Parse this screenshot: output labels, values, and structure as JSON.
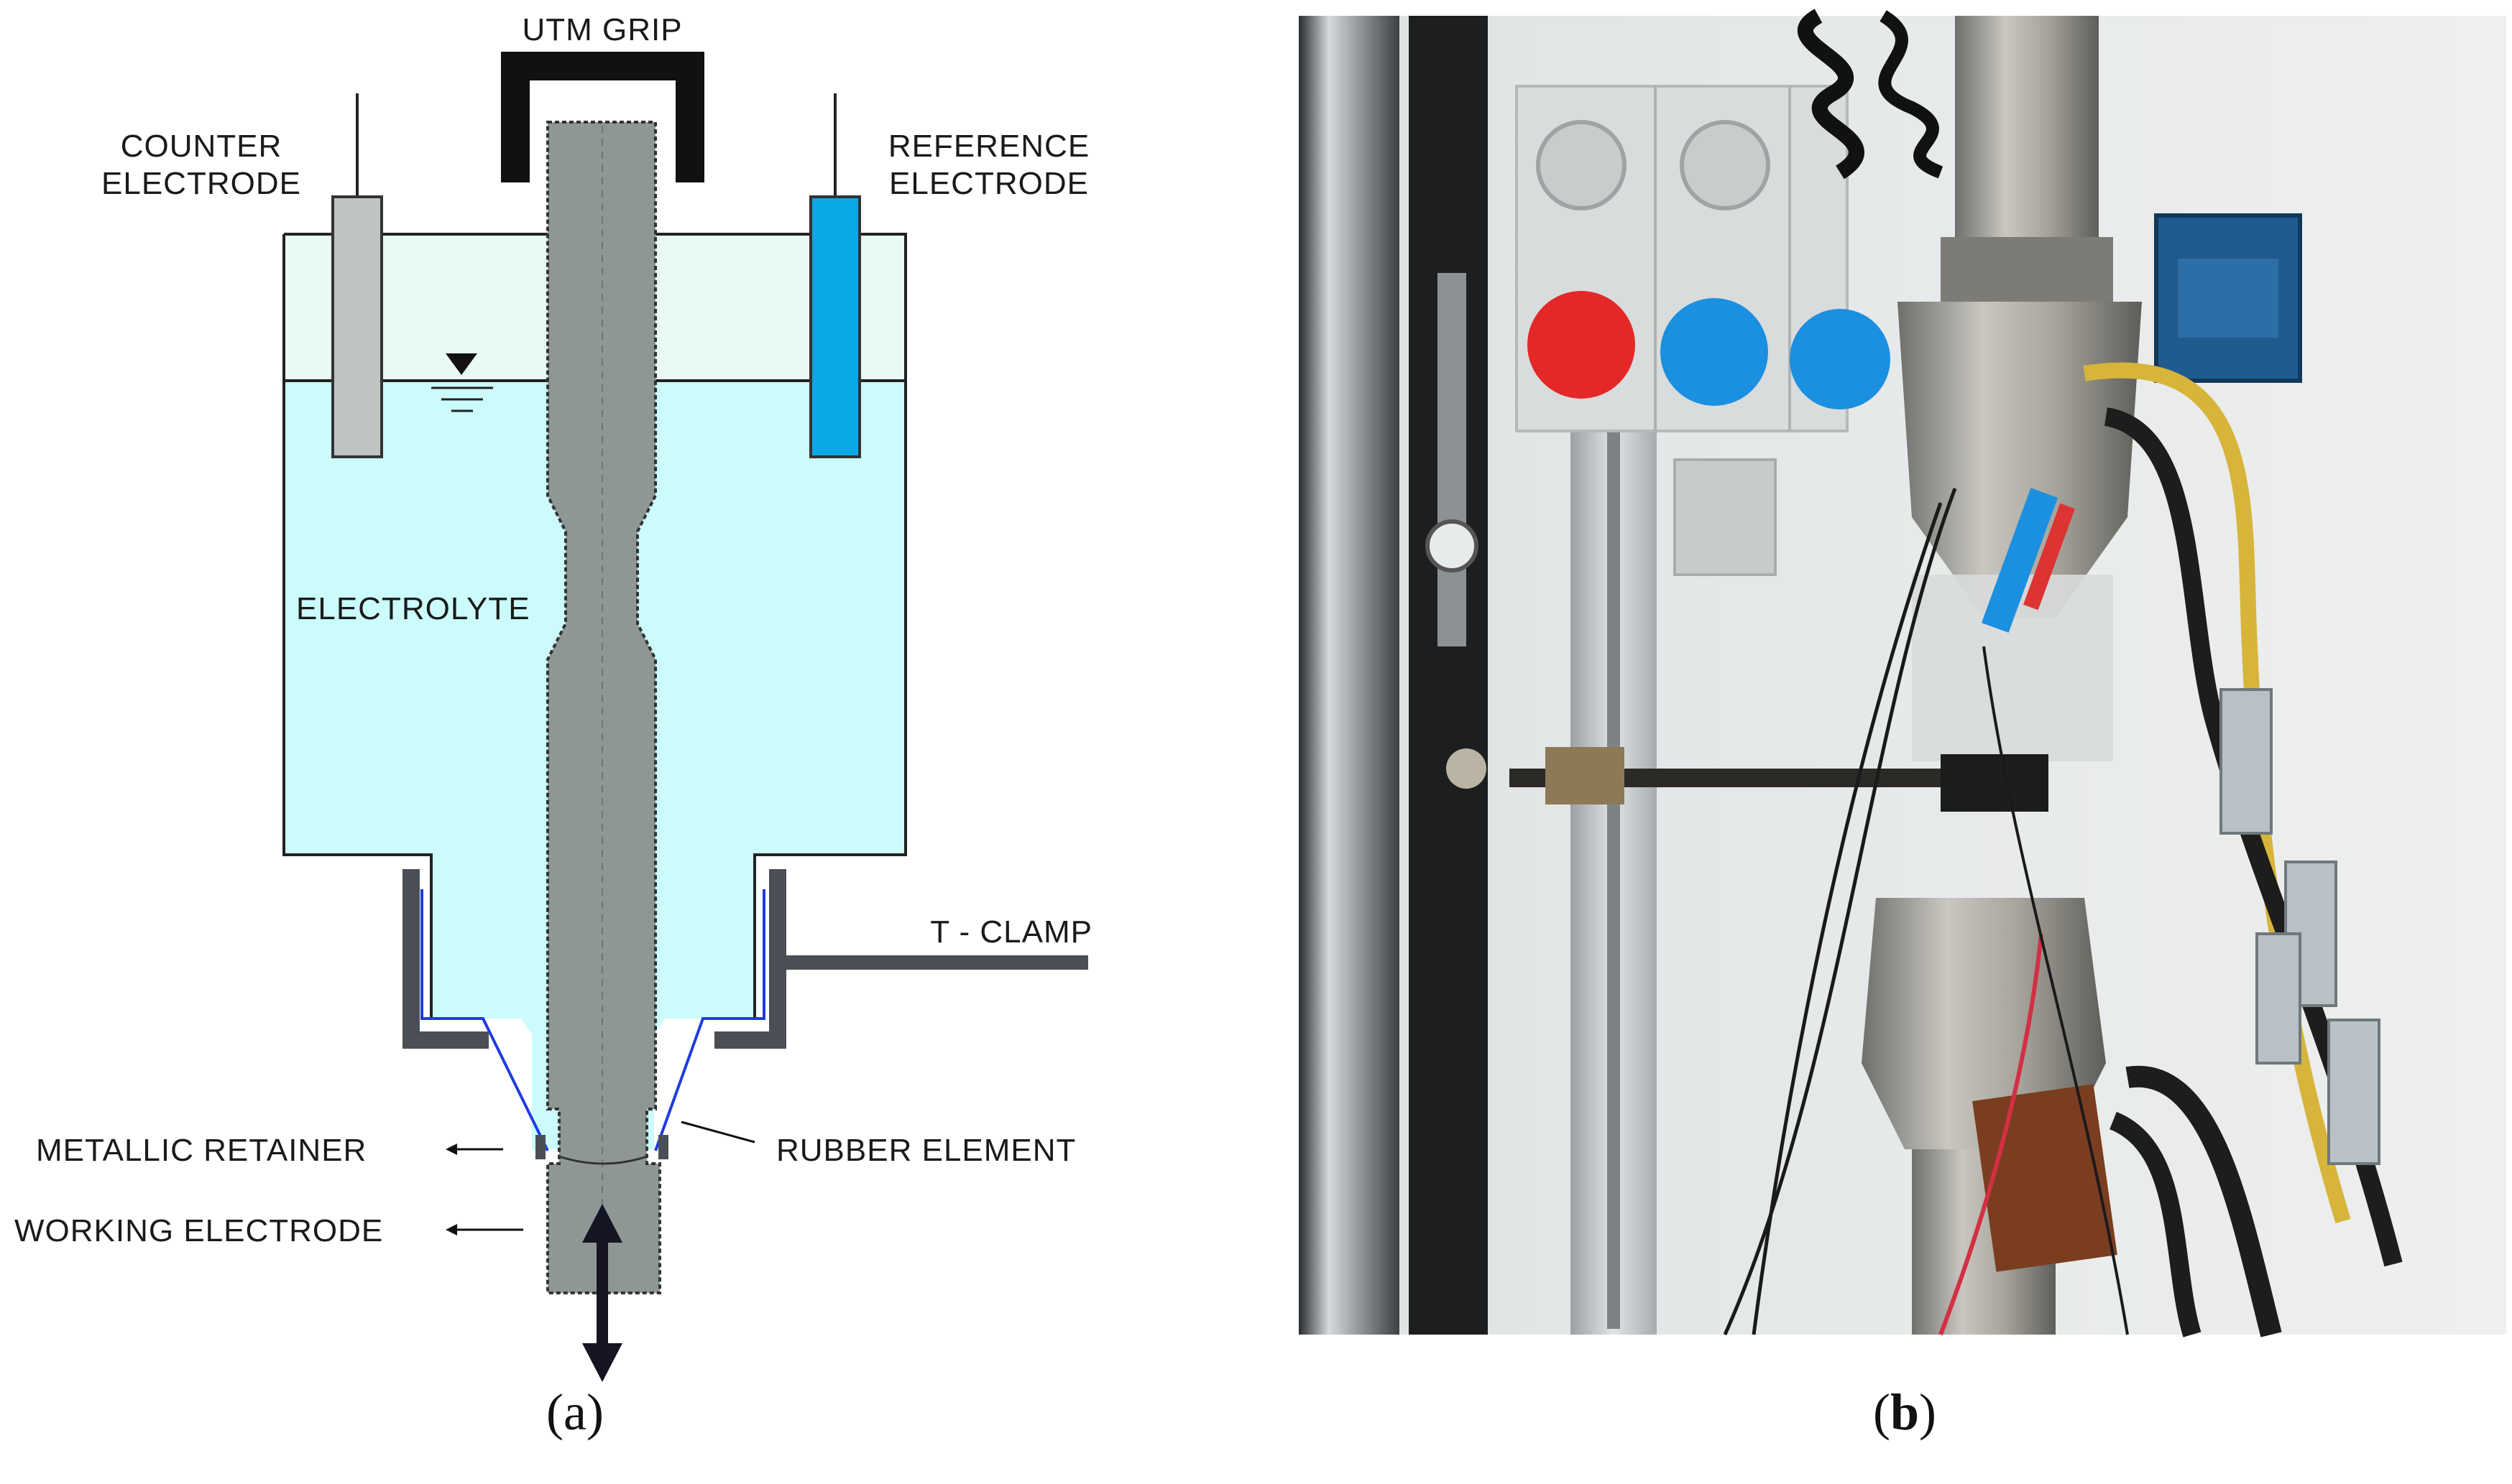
{
  "diagram": {
    "labels": {
      "utm_grip": "UTM GRIP",
      "counter_electrode_1": "COUNTER",
      "counter_electrode_2": "ELECTRODE",
      "reference_electrode_1": "REFERENCE",
      "reference_electrode_2": "ELECTRODE",
      "electrolyte": "ELECTROLYTE",
      "t_clamp": "T - CLAMP",
      "metallic_retainer": "METALLIC RETAINER",
      "rubber_element": "RUBBER ELEMENT",
      "working_electrode": "WORKING ELECTRODE"
    },
    "colors": {
      "electrolyte": "#ccfbfb",
      "headspace": "#e9faf6",
      "specimen": "#8e9794",
      "counter_electrode": "#bfc3c2",
      "reference_electrode": "#0aa8e6",
      "grip": "#111111",
      "clamp": "#4a4f55",
      "rubber": "#1e3ce0"
    }
  },
  "captions": {
    "a_open": "(",
    "a_letter": "a",
    "a_close": ")",
    "b_open": "(",
    "b_letter": "b",
    "b_close": ")"
  },
  "photo": {
    "kind": "photograph of test rig"
  }
}
